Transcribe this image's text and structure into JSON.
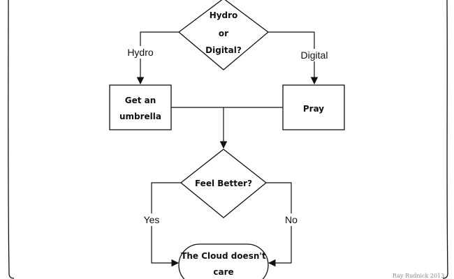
{
  "nodes": {
    "decision_top": [
      "Hydro",
      "or",
      "Digital?"
    ],
    "box_left": [
      "Get an",
      "umbrella"
    ],
    "box_right": [
      "Pray"
    ],
    "decision_mid": [
      "Feel Better?"
    ],
    "terminal": [
      "The Cloud doesn't",
      "care"
    ]
  },
  "edges": {
    "hydro": "Hydro",
    "digital": "Digital",
    "yes": "Yes",
    "no": "No"
  },
  "signature": "Ray Rudnick 2013",
  "colors": {
    "ink": "#111111",
    "background": "#ffffff"
  }
}
